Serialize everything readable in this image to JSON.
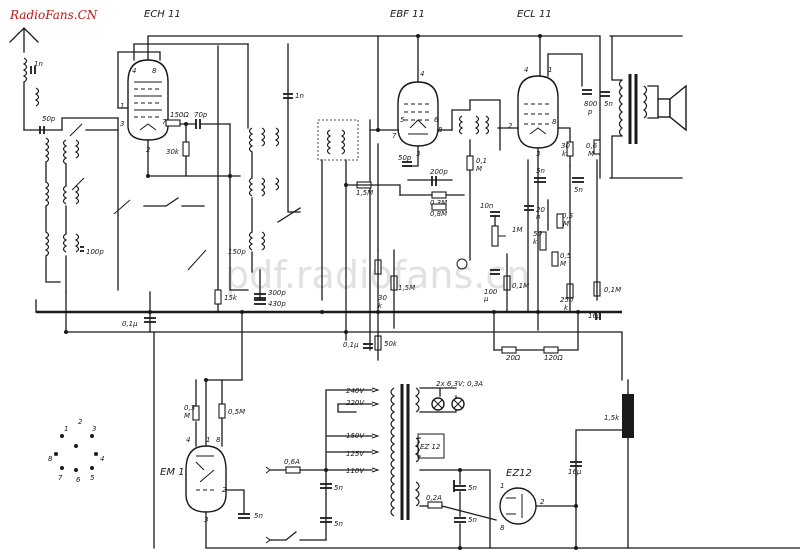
{
  "watermark_brand": "RadioFans.CN",
  "watermark_url": "pdf.radiofans.cn",
  "tubes": {
    "mixer": "ECH 11",
    "if_amp": "EBF 11",
    "output": "ECL 11",
    "indicator": "EM 11",
    "rectifier_box": "EZ 12",
    "rectifier": "EZ12"
  },
  "components": {
    "c_1n_ant": "1n",
    "c_50p": "50p",
    "c_100p": "100p",
    "c_0_1u": "0,1μ",
    "r_150": "150Ω",
    "c_70p": "70p",
    "r_30k": "30k",
    "c_1n_osc": "1n",
    "c_150p": "150p",
    "r_15k": "15k",
    "c_300p": "300p",
    "c_430p": "430p",
    "r_1_5m": "1,5M",
    "c_50p_ebf": "50p",
    "c_200p": "200p",
    "r_0_3m": "0,3M",
    "r_0_8m": "0,8M",
    "r_0_1m_a": "0,1",
    "r_0_1m_a_unit": "M",
    "c_10n": "10n",
    "r_1m": "1M",
    "c_100u": "100",
    "c_100u_unit": "μ",
    "r_0_1m_b": "0,1M",
    "r_30k_b": "30",
    "r_30k_b_unit": "k",
    "r_1_5m_b": "1,5M",
    "c_0_1u_b": "0,1μ",
    "r_50k": "50k",
    "c_800p": "800",
    "c_800p_unit": "p",
    "c_5n_a": "5n",
    "r_30k_c": "30",
    "r_30k_c_unit": "k",
    "r_0_6m": "0,6",
    "r_0_6m_unit": "M",
    "c_5n_b": "5n",
    "c_5n_c": "5n",
    "c_20n": "20",
    "c_20n_unit": "n",
    "r_0_5m": "0,5",
    "r_0_5m_unit": "M",
    "r_50k_vol": "50",
    "r_50k_vol_unit": "k",
    "r_0_5m_b": "0,5",
    "r_0_5m_b_unit": "M",
    "r_250k": "250",
    "r_250k_unit": "k",
    "r_0_1m_c": "0,1M",
    "c_16u_a": "16μ",
    "r_20": "20Ω",
    "r_120": "120Ω",
    "r_0_3m_em": "0,3",
    "r_0_3m_em_unit": "M",
    "r_0_5m_em": "0,5M",
    "c_5n_em": "5n",
    "fuse_0_6a": "0,6A",
    "fuse_0_2a": "0,2A",
    "c_5n_p1": "5n",
    "c_5n_p2": "5n",
    "c_5n_p3": "5n",
    "c_5n_p4": "5n",
    "c_16u_b": "16μ",
    "r_1_5k": "1,5k",
    "lamps": "2x 6,3V; 0,3A"
  },
  "pins": {
    "ech_4": "4",
    "ech_8": "8",
    "ech_1": "1",
    "ech_3": "3",
    "ech_7": "7",
    "ech_2": "2",
    "ebf_4": "4",
    "ebf_3": "3",
    "ebf_7": "7",
    "ebf_8": "8",
    "ebf_5": "5",
    "ebf_6": "6",
    "ecl_4": "4",
    "ecl_1": "1",
    "ecl_2": "2",
    "ecl_3": "3",
    "ecl_8": "8",
    "em_4": "4",
    "em_1": "1",
    "em_8": "8",
    "em_2": "2",
    "em_3": "3",
    "ez_1": "1",
    "ez_2": "2",
    "ez_8": "8",
    "base_1": "1",
    "base_2": "2",
    "base_3": "3",
    "base_4": "4",
    "base_5": "5",
    "base_6": "6",
    "base_7": "7",
    "base_8": "8"
  },
  "mains_taps": [
    "240V",
    "220V",
    "150V",
    "125V",
    "110V"
  ]
}
